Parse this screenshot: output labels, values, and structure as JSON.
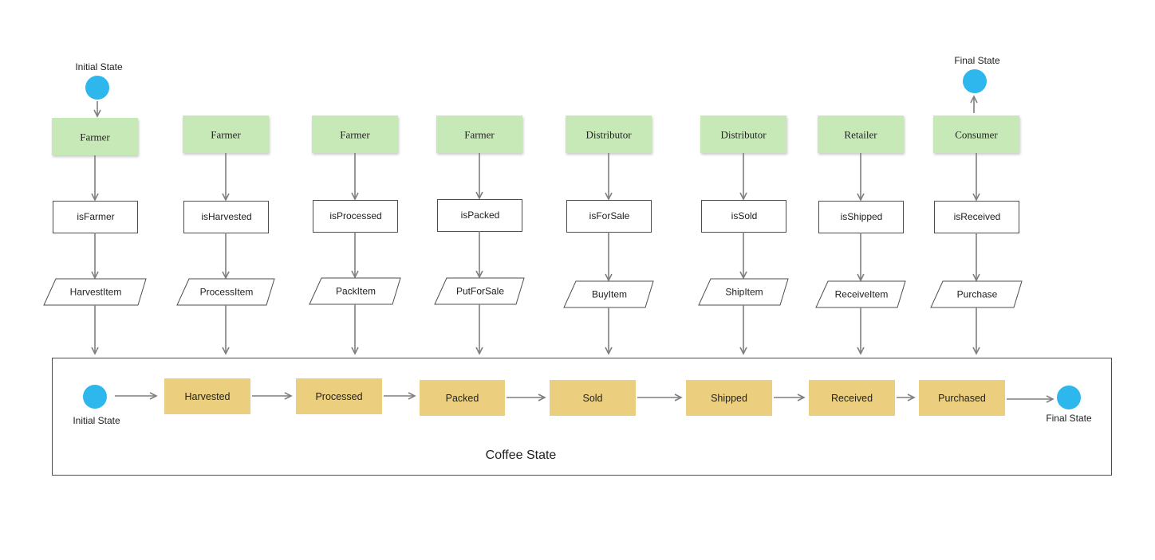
{
  "colors": {
    "role_fill": "#c7e9b7",
    "state_fill": "#ebcf7f",
    "node_fill": "#2db7ec",
    "arrow": "#7f7f7f",
    "border": "#4d4d4d"
  },
  "top": {
    "initial_label": "Initial State",
    "final_label": "Final State"
  },
  "lanes": [
    {
      "role": "Farmer",
      "check": "isFarmer",
      "action": "HarvestItem"
    },
    {
      "role": "Farmer",
      "check": "isHarvested",
      "action": "ProcessItem"
    },
    {
      "role": "Farmer",
      "check": "isProcessed",
      "action": "PackItem"
    },
    {
      "role": "Farmer",
      "check": "isPacked",
      "action": "PutForSale"
    },
    {
      "role": "Distributor",
      "check": "isForSale",
      "action": "BuyItem"
    },
    {
      "role": "Distributor",
      "check": "isSold",
      "action": "ShipItem"
    },
    {
      "role": "Retailer",
      "check": "isShipped",
      "action": "ReceiveItem"
    },
    {
      "role": "Consumer",
      "check": "isReceived",
      "action": "Purchase"
    }
  ],
  "coffee_state": {
    "title": "Coffee State",
    "initial_label": "Initial State",
    "final_label": "Final State",
    "states": [
      "Harvested",
      "Processed",
      "Packed",
      "Sold",
      "Shipped",
      "Received",
      "Purchased"
    ]
  }
}
